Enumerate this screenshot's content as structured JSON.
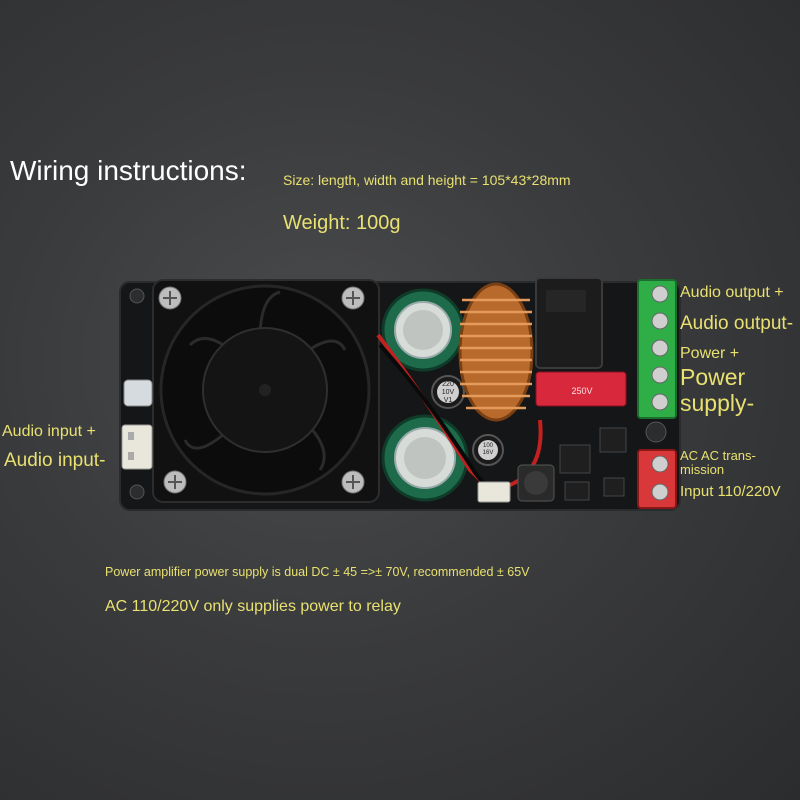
{
  "title": "Wiring instructions:",
  "specs": {
    "size": "Size: length, width and height = 105*43*28mm",
    "weight": "Weight: 100g"
  },
  "labels": {
    "audio_input_plus": "Audio input +",
    "audio_input_minus": "Audio input-",
    "audio_output_plus": "Audio output +",
    "audio_output_minus": "Audio output-",
    "power_plus": "Power +",
    "power_supply_line1": "Power",
    "power_supply_line2": "supply-",
    "ac_transmission_line1": "AC AC trans-",
    "ac_transmission_line2": "mission",
    "input_ac": "Input 110/220V"
  },
  "notes": {
    "power_supply": "Power amplifier power supply is dual DC ± 45 =>± 70V, recommended ± 65V",
    "ac_relay": "AC 110/220V only supplies power to relay"
  },
  "components": {
    "capacitor_label": "220\n10V\nV1",
    "relay_label": "250V",
    "small_cap_label": "100\n16V"
  },
  "colors": {
    "label_text": "#e8e070",
    "title_text": "#ffffff",
    "terminal_green": "#2fae48",
    "terminal_red": "#d8383a",
    "heatsink_green": "#3fbf55"
  }
}
